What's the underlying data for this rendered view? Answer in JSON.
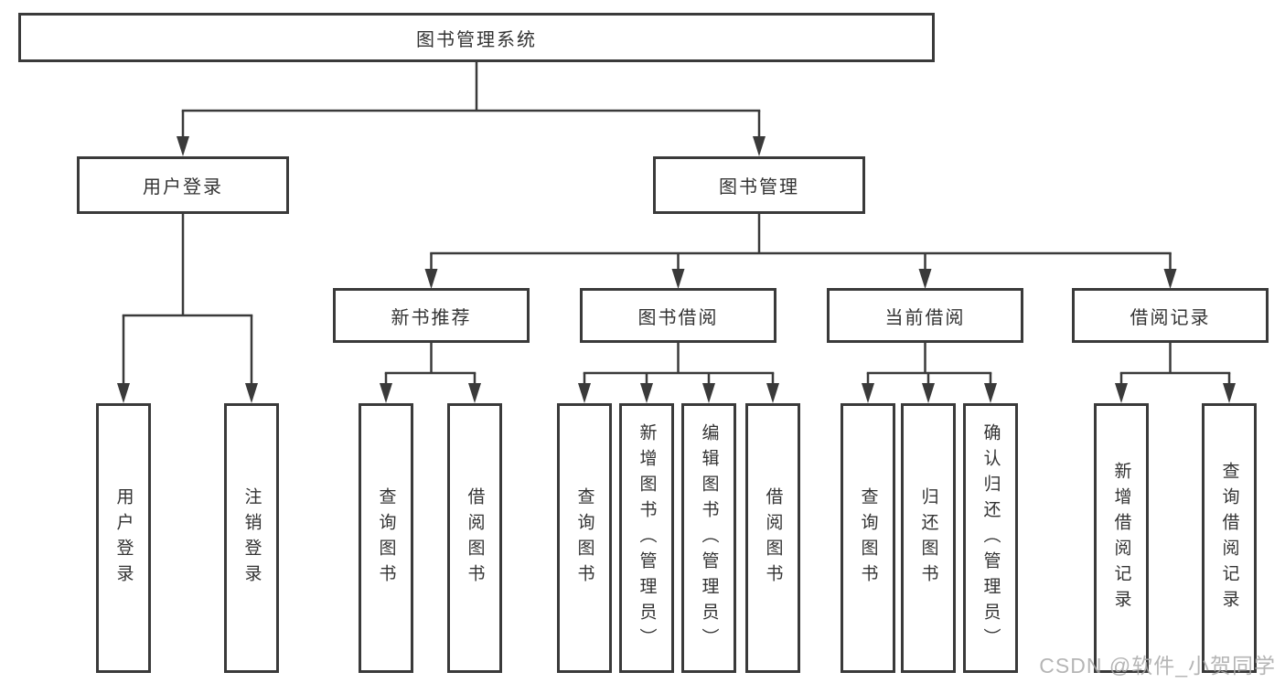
{
  "diagram": {
    "title": "图书管理系统",
    "branches": [
      {
        "label": "用户登录",
        "children": [
          "用户登录",
          "注销登录"
        ]
      },
      {
        "label": "图书管理",
        "sections": [
          {
            "label": "新书推荐",
            "children": [
              "查询图书",
              "借阅图书"
            ]
          },
          {
            "label": "图书借阅",
            "children": [
              "查询图书",
              "新增图书（管理员）",
              "编辑图书（管理员）",
              "借阅图书"
            ]
          },
          {
            "label": "当前借阅",
            "children": [
              "查询图书",
              "归还图书",
              "确认归还（管理员）"
            ]
          },
          {
            "label": "借阅记录",
            "children": [
              "新增借阅记录",
              "查询借阅记录"
            ]
          }
        ]
      }
    ],
    "watermark": "CSDN @软件_小贺同学",
    "colors": {
      "line": "#3a3a3a",
      "text": "#333333",
      "background": "#ffffff",
      "watermark": "#a8a8a8"
    }
  }
}
